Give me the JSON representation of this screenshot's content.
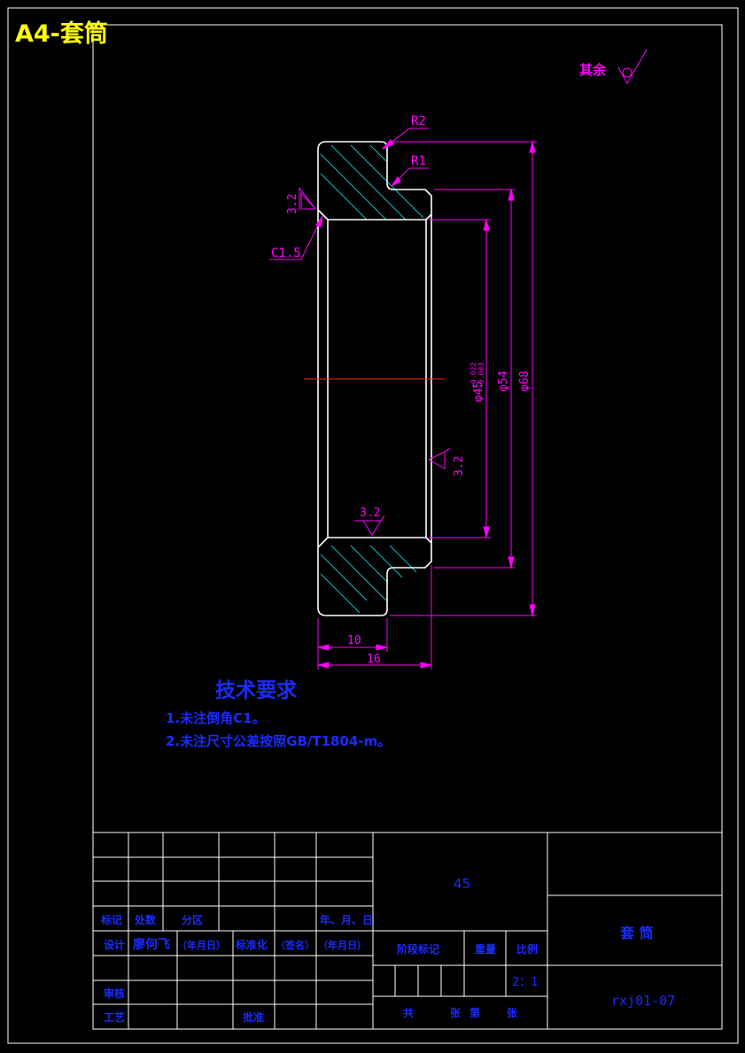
{
  "sheet_label": "A4-套筒",
  "roughness_note": {
    "label": "其余"
  },
  "dimensions": {
    "r_outer": "R2",
    "r_inner": "R1",
    "chamfer": "C1.5",
    "dia_bore": "φ45",
    "dia_bore_tol_upper": "+0.022",
    "dia_bore_tol_lower": "+0.003",
    "dia_mid": "φ54",
    "dia_outer": "φ68",
    "len_flange": "10",
    "len_total": "16",
    "roughness_left": "3.2",
    "roughness_bore": "3.2",
    "roughness_bottom": "3.2"
  },
  "tech_requirements": {
    "title": "技术要求",
    "items": [
      "1.未注倒角C1。",
      "2.未注尺寸公差按照GB/T1804-m。"
    ]
  },
  "title_block": {
    "material": "45",
    "part_name": "套 筒",
    "drawing_number": "rxj01-07",
    "scale": "2：1",
    "row_labels": {
      "marker": "标记",
      "count": "处数",
      "zone": "分区",
      "date_ymd": "年、月、日",
      "design": "设计",
      "designer": "廖何飞",
      "date1": "（年月日）",
      "standardization": "标准化",
      "signature": "（签名）",
      "date2": "（年月日）",
      "review": "审核",
      "process": "工艺",
      "approve": "批准"
    },
    "stage_mark": "阶段标记",
    "weight": "重量",
    "ratio": "比例",
    "sheet_count": {
      "total": "共",
      "sheets": "张",
      "no": "第",
      "sheet": "张"
    }
  },
  "colors": {
    "border": "#ffffff",
    "outline": "#ffffff",
    "hatch": "#00d0d0",
    "dimension": "#ff00ff",
    "centerline": "#ff2020",
    "tech_text": "#1a2cff",
    "sheet_label": "#ffff00"
  }
}
